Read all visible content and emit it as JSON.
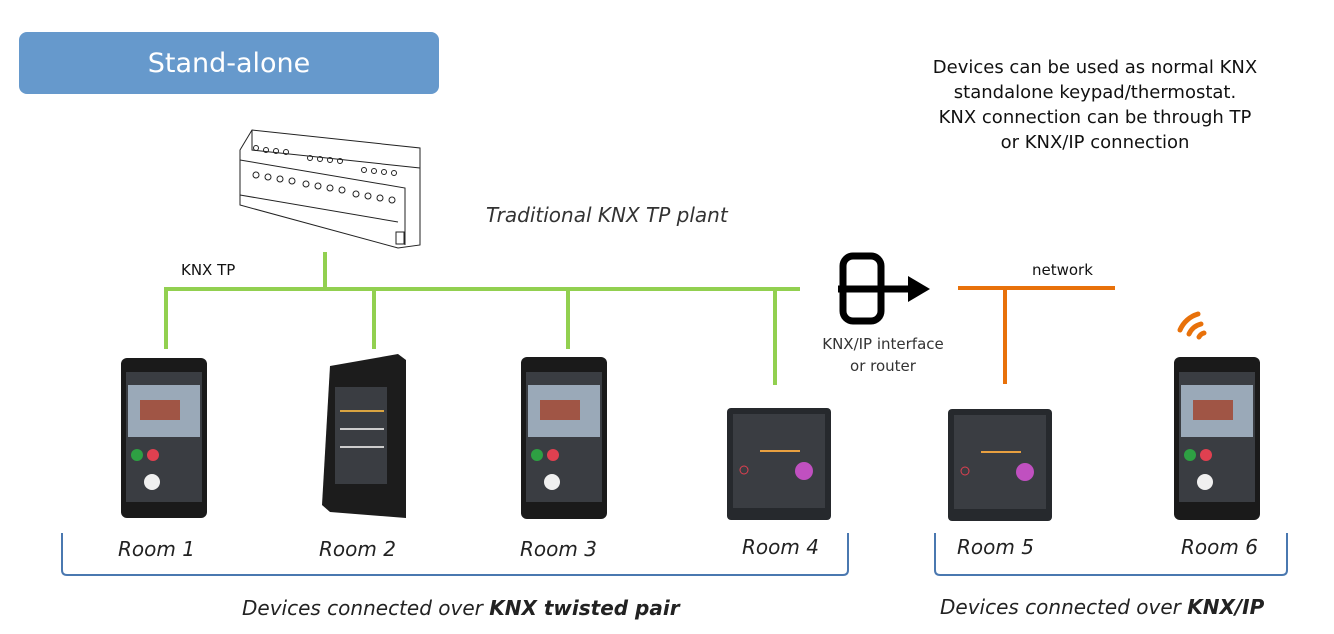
{
  "header": {
    "title": "Stand-alone"
  },
  "description": {
    "lines": [
      "Devices can be used as normal KNX",
      "standalone keypad/thermostat.",
      "KNX connection can be through TP",
      "or KNX/IP connection"
    ]
  },
  "plant": {
    "label": "Traditional KNX TP plant",
    "icon": "knx-actuator-icon"
  },
  "bus": {
    "tp_label": "KNX TP",
    "tp_color": "#92d050",
    "network_label": "network",
    "network_color": "#e8710a"
  },
  "gateway": {
    "label_line1": "KNX/IP interface",
    "label_line2": "or router",
    "icon": "knx-ip-interface-icon"
  },
  "rooms": [
    {
      "label": "Room 1",
      "device": "vertical-touch-panel"
    },
    {
      "label": "Room 2",
      "device": "wall-keypad-panel"
    },
    {
      "label": "Room 3",
      "device": "vertical-touch-panel"
    },
    {
      "label": "Room 4",
      "device": "square-touch-panel"
    },
    {
      "label": "Room 5",
      "device": "square-touch-panel"
    },
    {
      "label": "Room 6",
      "device": "vertical-touch-panel",
      "wireless": true
    }
  ],
  "groups": {
    "tp_caption_prefix": "Devices connected over ",
    "tp_caption_bold": "KNX twisted pair",
    "ip_caption_prefix": "Devices connected over ",
    "ip_caption_bold": "KNX/IP",
    "bracket_color": "#4a78b0"
  }
}
